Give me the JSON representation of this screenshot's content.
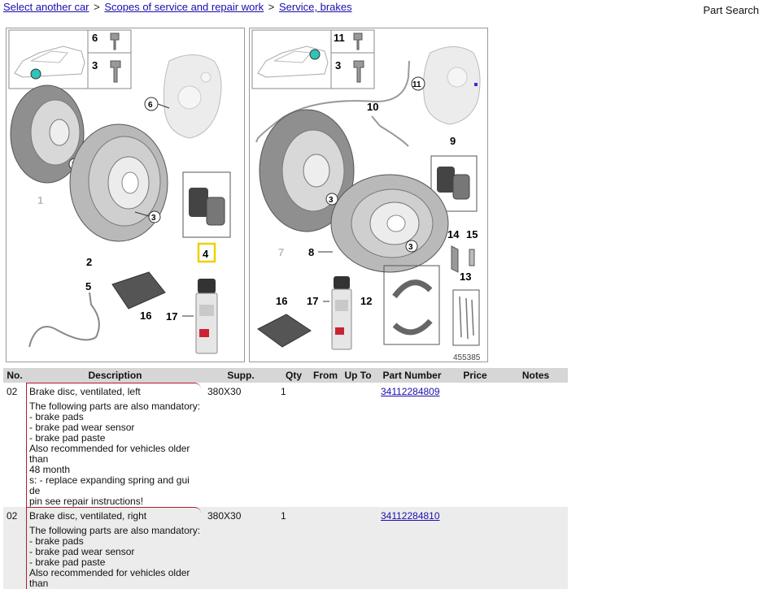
{
  "breadcrumb": {
    "items": [
      "Select another car",
      "Scopes of service and repair work",
      "Service, brakes"
    ],
    "separator": ">"
  },
  "header": {
    "part_search": "Part Search"
  },
  "diagram": {
    "left": {
      "callouts": [
        "6",
        "3",
        "6",
        "3",
        "1",
        "3",
        "2",
        "4",
        "5",
        "16",
        "17"
      ]
    },
    "right": {
      "callouts": [
        "11",
        "3",
        "11",
        "10",
        "9",
        "3",
        "7",
        "3",
        "8",
        "14",
        "15",
        "13",
        "16",
        "17",
        "12"
      ],
      "image_number": "455385"
    }
  },
  "table": {
    "headers": [
      "No.",
      "Description",
      "Supp.",
      "Qty",
      "From",
      "Up To",
      "Part Number",
      "Price",
      "Notes"
    ],
    "rows": [
      {
        "no": "02",
        "title": "Brake disc, ventilated, left",
        "lines": [
          "The following parts are also mandatory:",
          "- brake pads",
          "- brake pad wear sensor",
          "- brake pad paste",
          "Also recommended for vehicles older than",
          "48 month",
          "s: - replace expanding spring and gui",
          "de",
          "pin see repair instructions!"
        ],
        "supp": "380X30",
        "qty": "1",
        "from": "",
        "upto": "",
        "part_number": "34112284809",
        "price": "",
        "notes": ""
      },
      {
        "no": "02",
        "title": "Brake disc, ventilated, right",
        "lines": [
          "The following parts are also mandatory:",
          "- brake pads",
          "- brake pad wear sensor",
          "- brake pad paste",
          "Also recommended for vehicles older than"
        ],
        "supp": "380X30",
        "qty": "1",
        "from": "",
        "upto": "",
        "part_number": "34112284810",
        "price": "",
        "notes": ""
      }
    ]
  },
  "colors": {
    "link": "#1a0dab",
    "header_bg": "#d6d6d6",
    "row_alt": "#ececec",
    "bracket": "#b01e2e",
    "highlight": "#f0d000",
    "marker": "#2ec4b6"
  }
}
